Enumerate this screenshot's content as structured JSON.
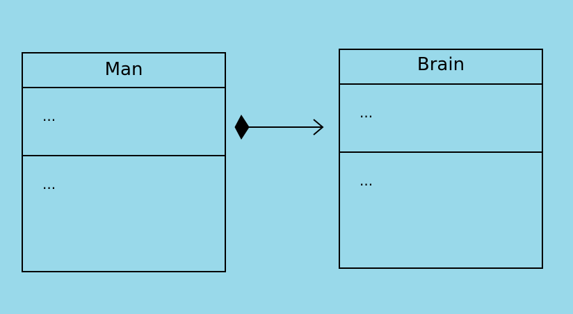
{
  "classes": {
    "man": {
      "name": "Man",
      "attributes": "...",
      "operations": "..."
    },
    "brain": {
      "name": "Brain",
      "attributes": "...",
      "operations": "..."
    }
  },
  "relation": {
    "type": "composition",
    "from": "Man",
    "to": "Brain",
    "stroke_color": "#000000"
  },
  "colors": {
    "background": "#99d9ea",
    "line": "#000000"
  }
}
